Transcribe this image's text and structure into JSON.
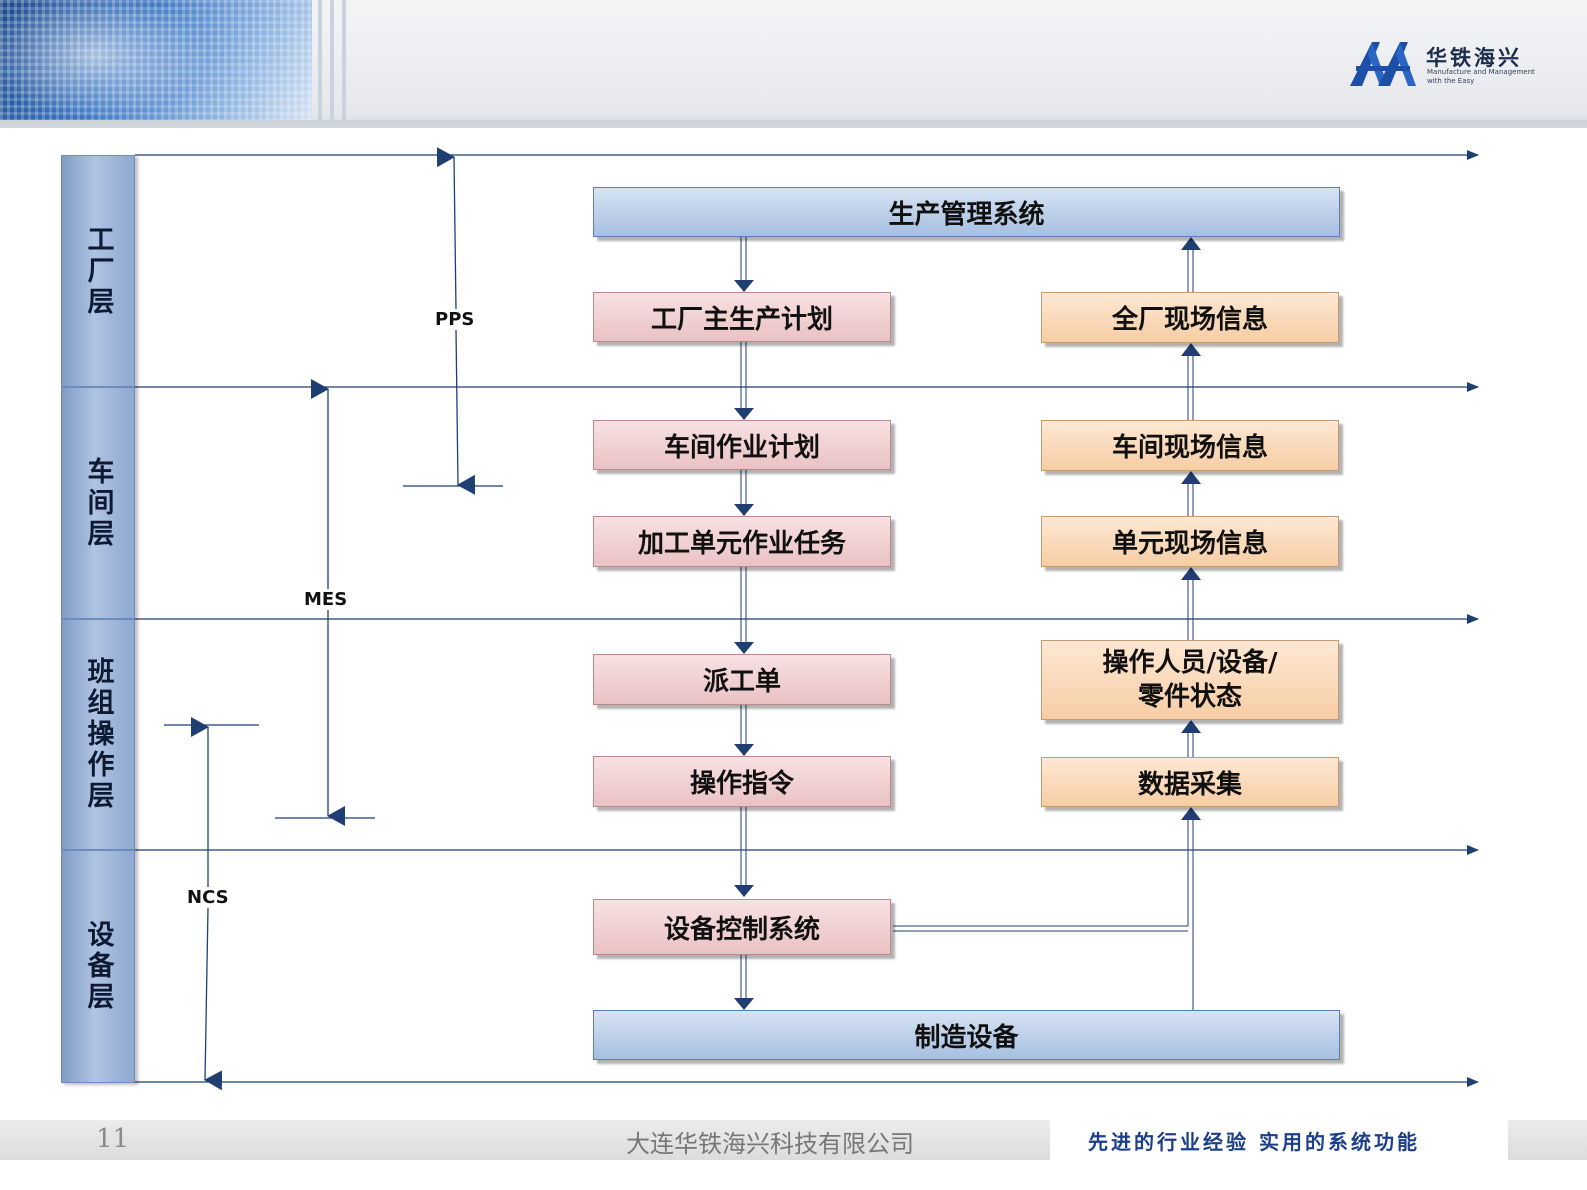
{
  "header": {
    "logo_name": "华铁海兴",
    "logo_tagline": "Manufacture and Management with the Easy"
  },
  "layers": [
    {
      "label": "工厂层"
    },
    {
      "label": "车间层"
    },
    {
      "label": "班组操作层"
    },
    {
      "label": "设备层"
    }
  ],
  "ranges": {
    "pps": "PPS",
    "mes": "MES",
    "ncs": "NCS"
  },
  "boxes": {
    "production_mgmt": "生产管理系统",
    "factory_plan": "工厂主生产计划",
    "workshop_plan": "车间作业计划",
    "unit_task": "加工单元作业任务",
    "dispatch": "派工单",
    "op_instruction": "操作指令",
    "equip_control": "设备控制系统",
    "manufacturing_equip": "制造设备",
    "factory_info": "全厂现场信息",
    "workshop_info": "车间现场信息",
    "unit_info": "单元现场信息",
    "status_line1": "操作人员/设备/",
    "status_line2": "零件状态",
    "data_collection": "数据采集"
  },
  "footer": {
    "page_number": "11",
    "company": "大连华铁海兴科技有限公司",
    "slogan": "先进的行业经验   实用的系统功能"
  },
  "colors": {
    "line": "#1f3f73",
    "layer_fill": "#9fb6da",
    "blue_box": "#b7cbe7",
    "pink_box": "#f0d0d1",
    "orange_box": "#fad9b9"
  }
}
